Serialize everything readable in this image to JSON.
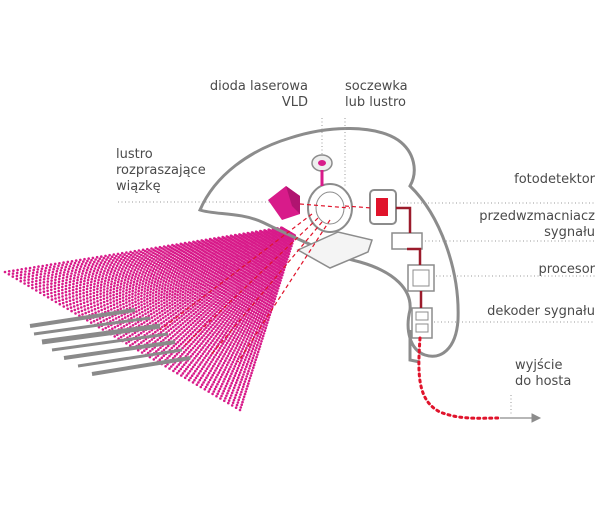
{
  "colors": {
    "outline": "#8c8c8c",
    "laser": "#d81b8a",
    "beam": "#e0132b",
    "wire": "#9b1b2b",
    "leader": "#9a9a9a",
    "text": "#4a4a4a",
    "barcode": "#8a8a8a"
  },
  "labels": {
    "laser_diode": [
      "dioda laserowa",
      "VLD"
    ],
    "lens": [
      "soczewka",
      "lub lustro"
    ],
    "scatter_mirror": [
      "lustro",
      "rozpraszające",
      "wiązkę"
    ],
    "photodetector": [
      "fotodetektor"
    ],
    "preamplifier": [
      "przedwzmacniacz",
      "sygnału"
    ],
    "processor": [
      "procesor"
    ],
    "decoder": [
      "dekoder sygnału"
    ],
    "host_output": [
      "wyjście",
      "do hosta"
    ]
  }
}
